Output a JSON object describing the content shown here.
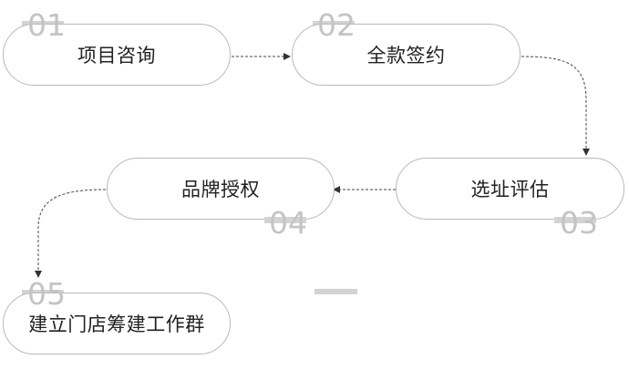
{
  "steps": [
    {
      "number": "01",
      "label": "项目咨询"
    },
    {
      "number": "02",
      "label": "全款签约"
    },
    {
      "number": "03",
      "label": "选址评估"
    },
    {
      "number": "04",
      "label": "品牌授权"
    },
    {
      "number": "05",
      "label": "建立门店筹建工作群"
    }
  ],
  "colors": {
    "border": "#b9b9b9",
    "number": "#c4c4c4",
    "connector": "#444444",
    "decoration": "#d3d3d3",
    "text": "#222222"
  }
}
